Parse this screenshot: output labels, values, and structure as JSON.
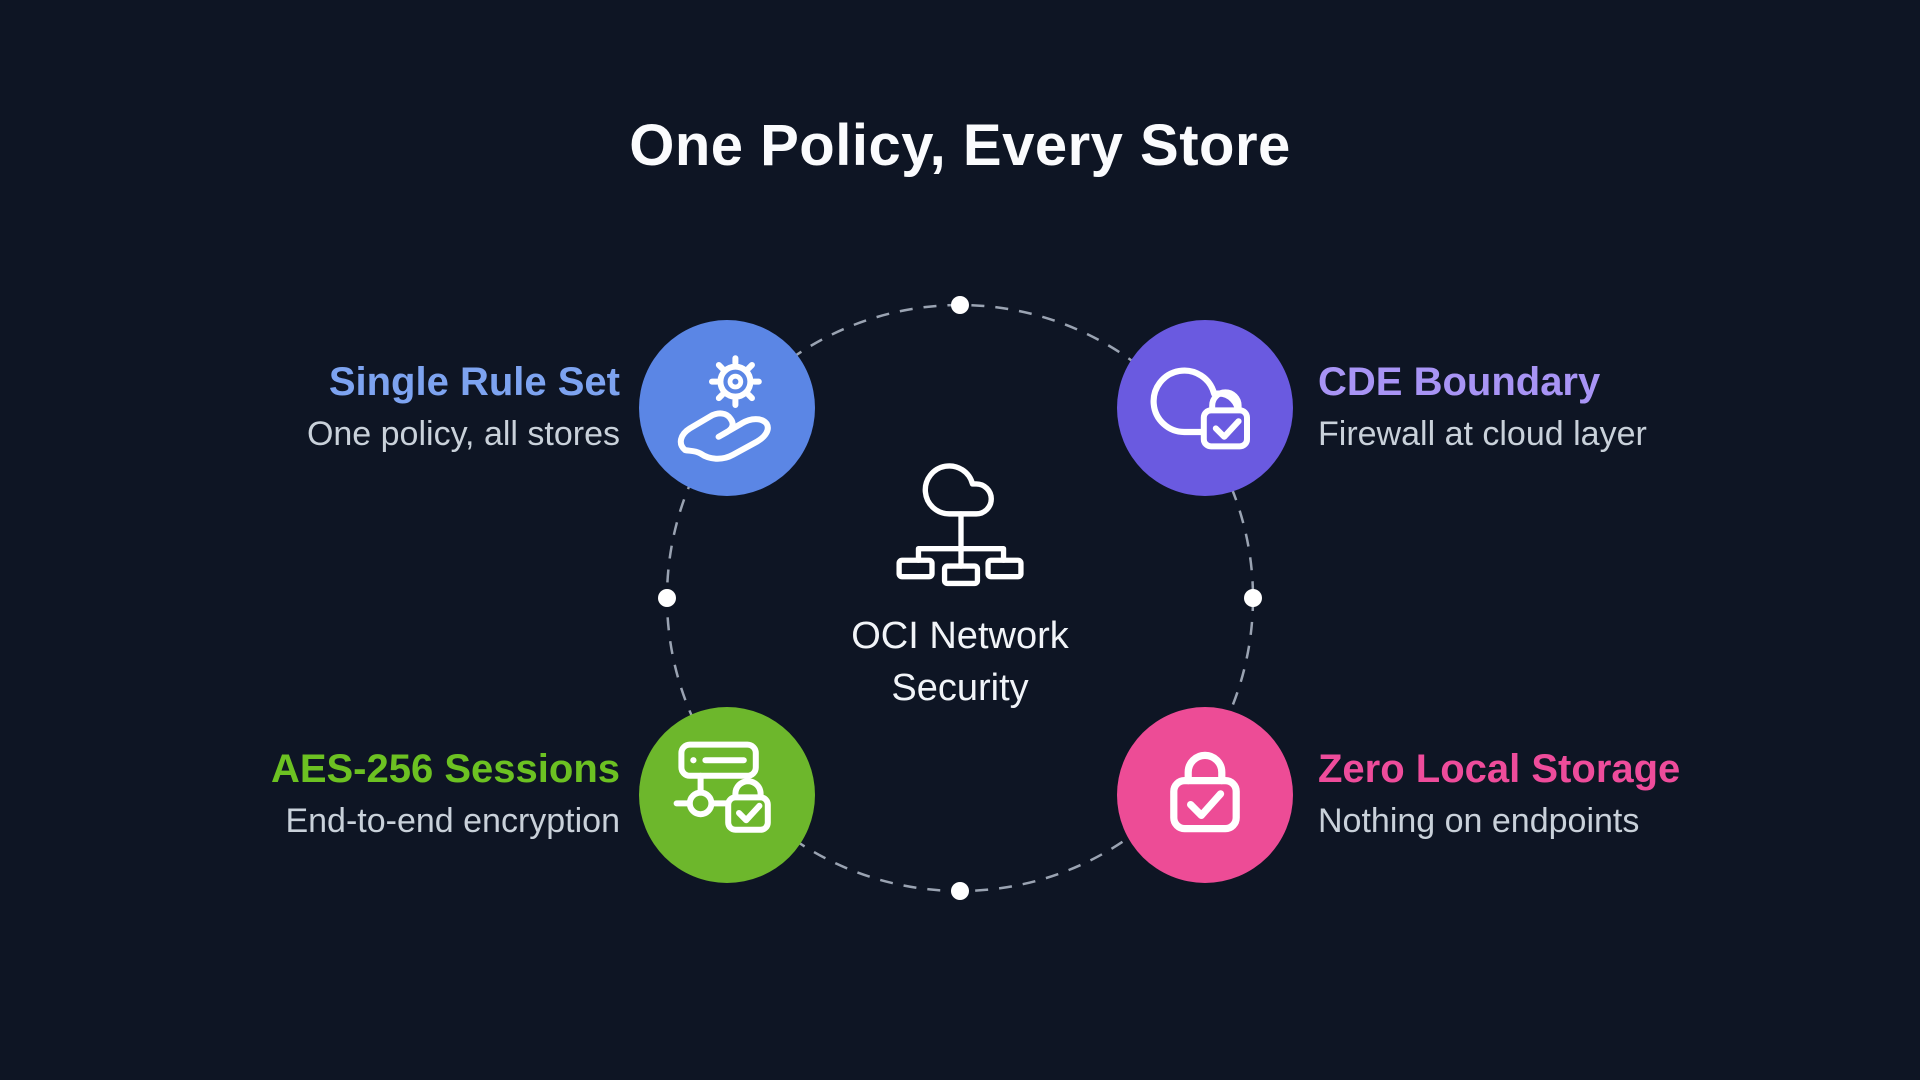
{
  "title": "One Policy, Every Store",
  "colors": {
    "background": "#0e1524",
    "title_text": "#fafbfd",
    "ring": "#9aa3b2",
    "dot": "#ffffff",
    "icon_stroke": "#ffffff",
    "subtitle_text": "#c9d1da",
    "center_text": "#f1f4f8"
  },
  "center": {
    "icon": "cloud-network-icon",
    "label_line1": "OCI Network",
    "label_line2": "Security"
  },
  "nodes": [
    {
      "id": "single-rule-set",
      "position": "top-left",
      "icon": "hand-gear-icon",
      "circle_color": "#5b86e5",
      "title_color": "#7da3f0",
      "title": "Single Rule Set",
      "subtitle": "One policy, all stores"
    },
    {
      "id": "cde-boundary",
      "position": "top-right",
      "icon": "cloud-lock-icon",
      "circle_color": "#6a5ae0",
      "title_color": "#a894f5",
      "title": "CDE Boundary",
      "subtitle": "Firewall at cloud layer"
    },
    {
      "id": "aes-256-sessions",
      "position": "bottom-left",
      "icon": "server-lock-icon",
      "circle_color": "#6db72c",
      "title_color": "#6cc122",
      "title": "AES-256 Sessions",
      "subtitle": "End-to-end encryption"
    },
    {
      "id": "zero-local-storage",
      "position": "bottom-right",
      "icon": "lock-check-icon",
      "circle_color": "#ed4c96",
      "title_color": "#ee4c9b",
      "title": "Zero Local Storage",
      "subtitle": "Nothing on endpoints"
    }
  ]
}
